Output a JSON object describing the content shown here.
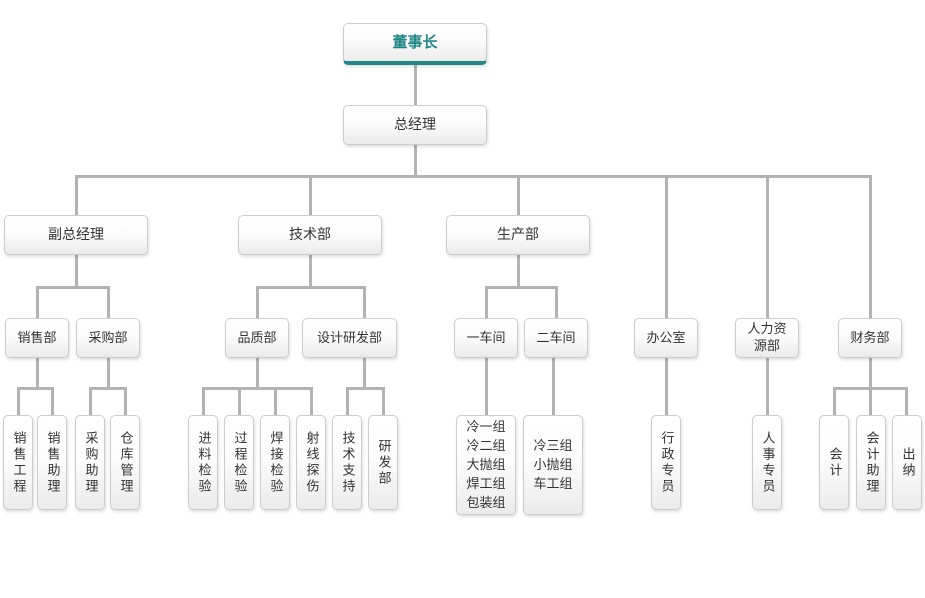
{
  "chart_title": "",
  "colors": {
    "accent_teal": "#238787",
    "connector_line": "#b3b3b3",
    "node_border": "#cccccc",
    "node_text": "#333333"
  },
  "nodes": {
    "chairman": {
      "label": "董事长"
    },
    "general_manager": {
      "label": "总经理"
    },
    "deputy_gm": {
      "label": "副总经理"
    },
    "tech_dept": {
      "label": "技术部"
    },
    "production_dept": {
      "label": "生产部"
    },
    "office": {
      "label": "办公室"
    },
    "hr_dept": {
      "label": "人力资\n源部"
    },
    "finance_dept": {
      "label": "财务部"
    },
    "sales_dept": {
      "label": "销售部"
    },
    "purchasing_dept": {
      "label": "采购部"
    },
    "quality_dept": {
      "label": "品质部"
    },
    "design_rd_dept": {
      "label": "设计研发部"
    },
    "workshop1": {
      "label": "一车间"
    },
    "workshop2": {
      "label": "二车间"
    },
    "sales_engineering": {
      "label": "销售工程"
    },
    "sales_assistant": {
      "label": "销售助理"
    },
    "purchasing_assistant": {
      "label": "采购助理"
    },
    "warehouse_mgmt": {
      "label": "仓库管理"
    },
    "incoming_inspection": {
      "label": "进料检验"
    },
    "process_inspection": {
      "label": "过程检验"
    },
    "welding_inspection": {
      "label": "焊接检验"
    },
    "radiographic_testing": {
      "label": "射线探伤"
    },
    "tech_support": {
      "label": "技术支持"
    },
    "rd_dept": {
      "label": "研发部"
    },
    "workshop1_groups": {
      "label": "冷一组\n冷二组\n大抛组\n焊工组\n包装组"
    },
    "workshop2_groups": {
      "label": "冷三组\n小抛组\n车工组"
    },
    "admin_specialist": {
      "label": "行政专员"
    },
    "hr_specialist": {
      "label": "人事专员"
    },
    "accountant": {
      "label": "会计"
    },
    "accounting_assistant": {
      "label": "会计助理"
    },
    "cashier": {
      "label": "出纳"
    }
  },
  "hierarchy": [
    {
      "parent": "chairman",
      "children": [
        "general_manager"
      ]
    },
    {
      "parent": "general_manager",
      "children": [
        "deputy_gm",
        "tech_dept",
        "production_dept",
        "office",
        "hr_dept",
        "finance_dept"
      ]
    },
    {
      "parent": "deputy_gm",
      "children": [
        "sales_dept",
        "purchasing_dept"
      ]
    },
    {
      "parent": "tech_dept",
      "children": [
        "quality_dept",
        "design_rd_dept"
      ]
    },
    {
      "parent": "production_dept",
      "children": [
        "workshop1",
        "workshop2"
      ]
    },
    {
      "parent": "sales_dept",
      "children": [
        "sales_engineering",
        "sales_assistant"
      ]
    },
    {
      "parent": "purchasing_dept",
      "children": [
        "purchasing_assistant",
        "warehouse_mgmt"
      ]
    },
    {
      "parent": "quality_dept",
      "children": [
        "incoming_inspection",
        "process_inspection",
        "welding_inspection",
        "radiographic_testing"
      ]
    },
    {
      "parent": "design_rd_dept",
      "children": [
        "tech_support",
        "rd_dept"
      ]
    },
    {
      "parent": "workshop1",
      "children": [
        "workshop1_groups"
      ]
    },
    {
      "parent": "workshop2",
      "children": [
        "workshop2_groups"
      ]
    },
    {
      "parent": "office",
      "children": [
        "admin_specialist"
      ]
    },
    {
      "parent": "hr_dept",
      "children": [
        "hr_specialist"
      ]
    },
    {
      "parent": "finance_dept",
      "children": [
        "accountant",
        "accounting_assistant",
        "cashier"
      ]
    }
  ]
}
